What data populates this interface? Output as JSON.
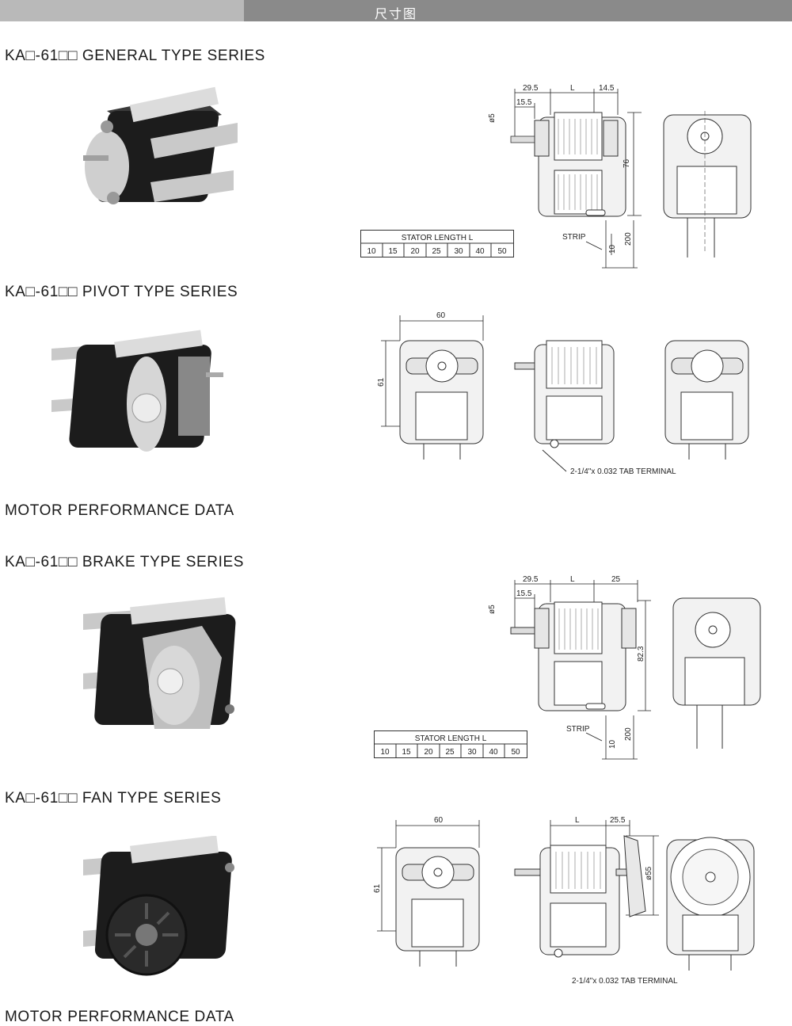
{
  "header": {
    "title": "尺寸图"
  },
  "sections": {
    "general": {
      "title": "KA□-61□□ GENERAL TYPE SERIES"
    },
    "pivot": {
      "title": "KA□-61□□ PIVOT TYPE SERIES"
    },
    "performance1": {
      "title": "MOTOR PERFORMANCE DATA"
    },
    "brake": {
      "title": "KA□-61□□ BRAKE TYPE SERIES"
    },
    "fan": {
      "title": "KA□-61□□ FAN TYPE SERIES"
    },
    "performance2": {
      "title": "MOTOR PERFORMANCE DATA"
    }
  },
  "stator_table": {
    "label": "STATOR LENGTH L",
    "values": [
      "10",
      "15",
      "20",
      "25",
      "30",
      "40",
      "50"
    ]
  },
  "dims": {
    "general": {
      "d1": "29.5",
      "d2": "L",
      "d3": "14.5",
      "d4": "15.5",
      "shaft": "ø5",
      "height": "76",
      "lead": "200",
      "strip": "STRIP",
      "strip_len": "10"
    },
    "pivot": {
      "width": "60",
      "height": "61",
      "terminal": "2-1/4\"x 0.032 TAB TERMINAL"
    },
    "brake": {
      "d1": "29.5",
      "d2": "L",
      "d3": "25",
      "d4": "15.5",
      "shaft": "ø5",
      "height": "82.3",
      "lead": "200",
      "strip": "STRIP",
      "strip_len": "10"
    },
    "fan": {
      "width": "60",
      "height": "61",
      "d2": "L",
      "d3": "25.5",
      "fan_dia": "ø55",
      "terminal": "2-1/4\"x 0.032 TAB TERMINAL"
    }
  }
}
